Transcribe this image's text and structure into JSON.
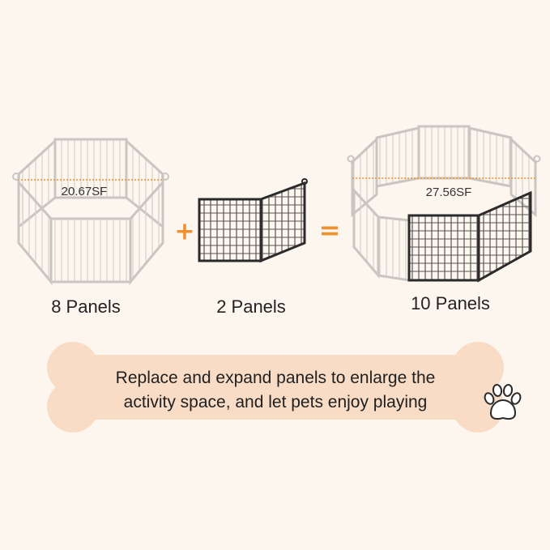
{
  "left_pen": {
    "area": "20.67SF",
    "caption": "8 Panels"
  },
  "middle": {
    "caption": "2 Panels"
  },
  "right_pen": {
    "area": "27.56SF",
    "caption": "10 Panels"
  },
  "operators": {
    "plus": "+",
    "equals": "="
  },
  "banner": {
    "line1": "Replace and expand panels to enlarge the",
    "line2": "activity space, and let pets enjoy playing"
  },
  "colors": {
    "background": "#fdf6ef",
    "bone": "#f8dcc6",
    "accent": "#f0912f",
    "panel_light": "#c9c6c2",
    "panel_dark": "#2b2b2b"
  },
  "icons": {
    "paw": "paw-print-icon"
  }
}
